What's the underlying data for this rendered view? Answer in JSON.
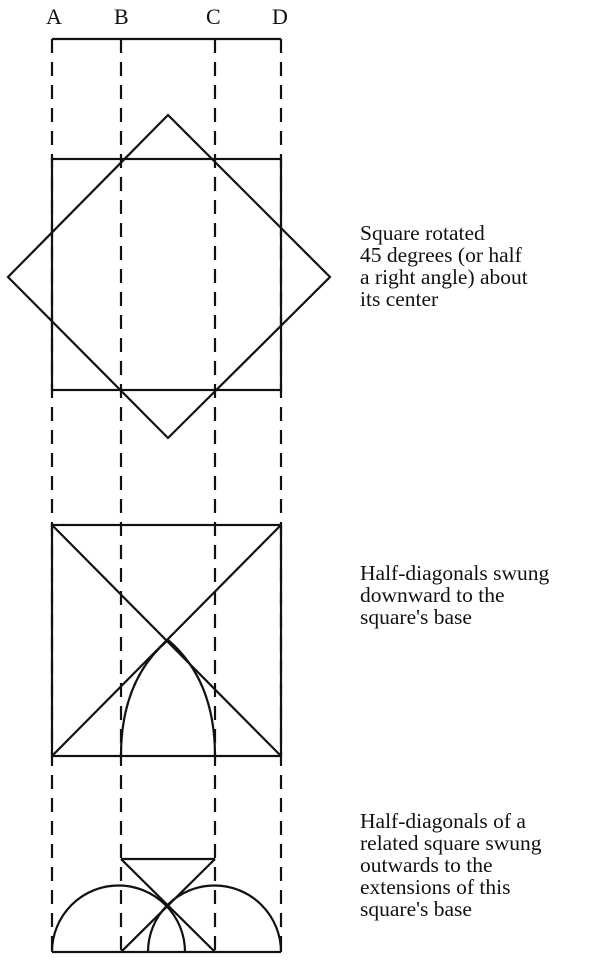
{
  "columns": [
    "A",
    "B",
    "C",
    "D"
  ],
  "captions": {
    "rotated_square": "Square rotated\n45 degrees (or half\na right angle) about\nits center",
    "half_diagonals_down": "Half-diagonals swung\ndownward to the\nsquare's base",
    "half_diagonals_out": "Half-diagonals of a\nrelated square swung\noutwards to the\nextensions of this\nsquare's base"
  },
  "colors": {
    "line": "#111111",
    "background": "#ffffff"
  }
}
